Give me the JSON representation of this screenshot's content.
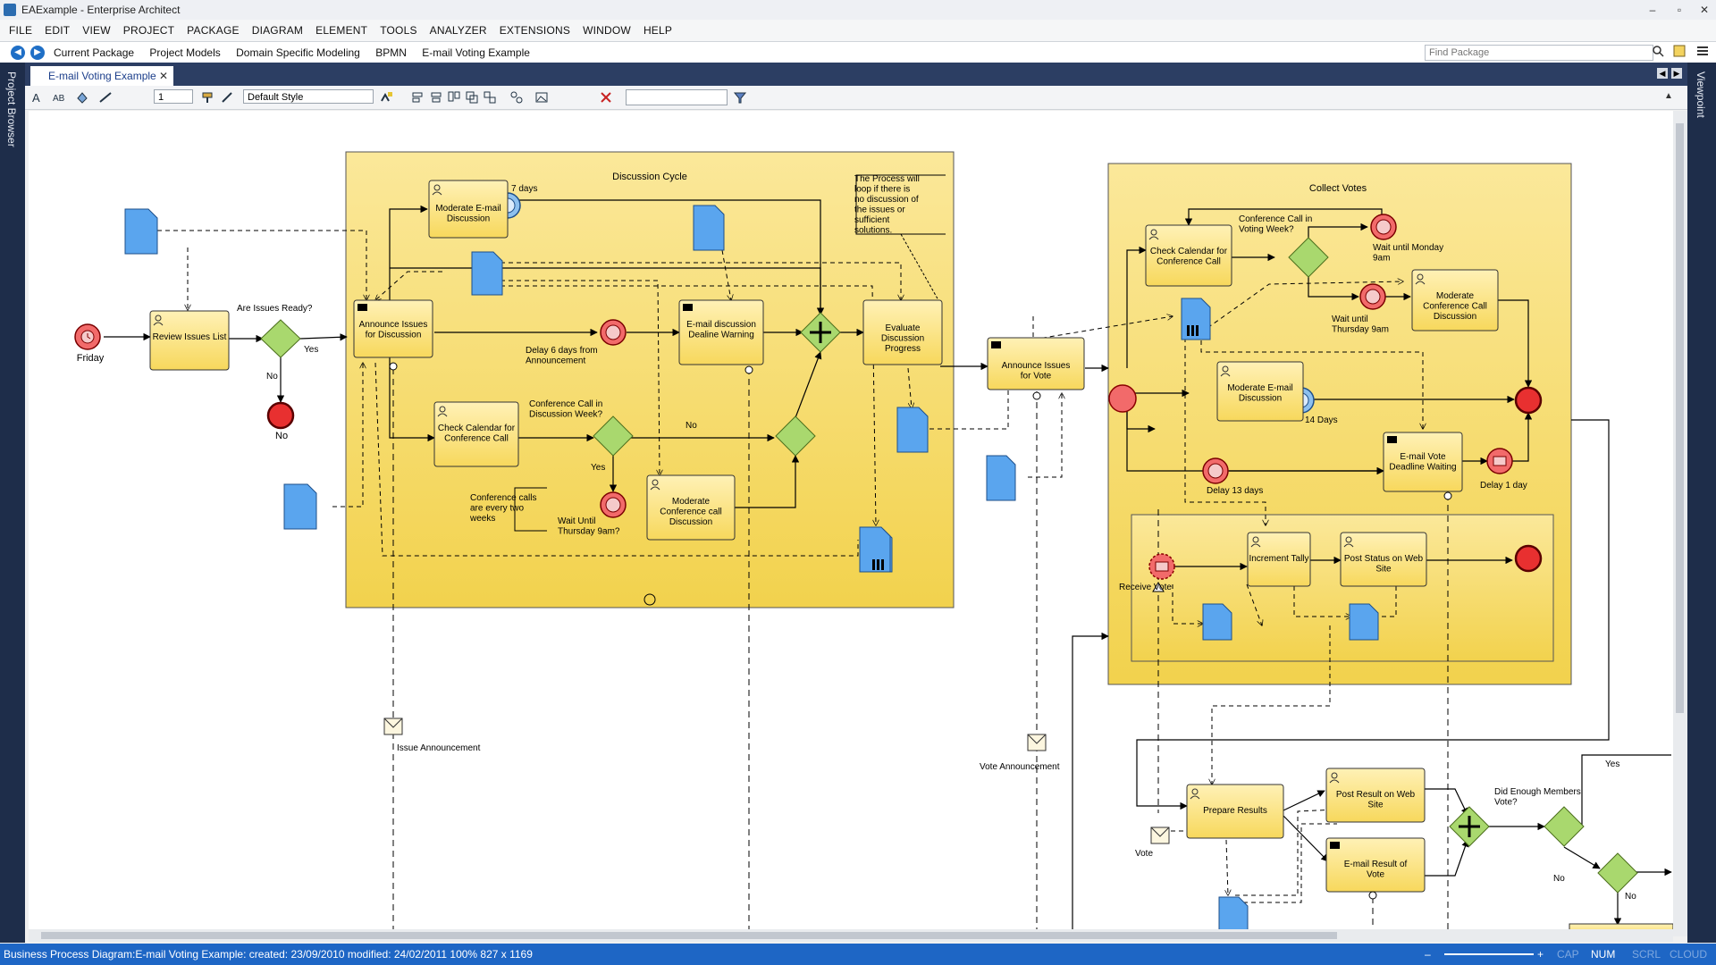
{
  "window": {
    "title": "EAExample - Enterprise Architect",
    "controls": [
      "–",
      "▫",
      "✕"
    ]
  },
  "menu": [
    "FILE",
    "EDIT",
    "VIEW",
    "PROJECT",
    "PACKAGE",
    "DIAGRAM",
    "ELEMENT",
    "TOOLS",
    "ANALYZER",
    "EXTENSIONS",
    "WINDOW",
    "HELP"
  ],
  "breadcrumb": [
    "Current Package",
    "Project Models",
    "Domain Specific Modeling",
    "BPMN",
    "E-mail Voting Example"
  ],
  "find": {
    "placeholder": "Find Package"
  },
  "side": {
    "left": "Project Browser",
    "right": "Viewpoint"
  },
  "tab": {
    "label": "E-mail Voting Example",
    "close": "✕"
  },
  "toolbar": {
    "zoom": "1",
    "style": "Default Style"
  },
  "status": {
    "left": "Business Process Diagram:E-mail Voting Example:   created: 23/09/2010  modified: 24/02/2011   100%   827 x 1169",
    "indicators": [
      "CAP",
      "NUM",
      "SCRL",
      "CLOUD"
    ],
    "plus": "+",
    "minus": "–"
  },
  "diagram": {
    "pools": {
      "discussion": "Discussion Cycle",
      "collect": "Collect Votes"
    },
    "tasks": {
      "review": "Review Issues List",
      "announce": "Announce Issues for Discussion",
      "moderate1": "Moderate E-mail Discussion",
      "email_warning": "E-mail discussion Dealine Warning",
      "evaluate": "Evaluate Discussion Progress",
      "check1": "Check Calendar for Conference Call",
      "moderate_conf1": "Moderate Conference call Discussion",
      "announce_vote": "Announce Issues for Vote",
      "check2": "Check Calendar for Conference Call",
      "moderate_conf2": "Moderate Conference Call Discussion",
      "moderate2": "Moderate E-mail Discussion",
      "email_vote": "E-mail Vote Deadline Waiting",
      "increment": "Increment Tally",
      "post_web": "Post Status on Web Site",
      "prepare": "Prepare Results",
      "post_result": "Post Result on Web Site",
      "email_result": "E-mail Result of Vote"
    },
    "labels": {
      "friday": "Friday",
      "issues_ready": "Are Issues Ready?",
      "yes": "Yes",
      "no": "No",
      "seven_days": "7 days",
      "delay6": "Delay 6 days from Announcement",
      "conf_in_discussion": "Conference Call in Discussion Week?",
      "wait_thursday": "Wait Until Thursday 9am?",
      "conf_note": "Conference calls are every two weeks",
      "loop_note": "The Process will loop if there is no discussion of the issues or sufficient solutions.",
      "conf_in_voting": "Conference Call in Voting Week?",
      "wait_monday": "Wait until Monday 9am",
      "wait_thursday2": "Wait until Thursday 9am",
      "fourteen_days": "14 Days",
      "delay13": "Delay 13 days",
      "delay1": "Delay 1 day",
      "receive_vote": "Receive Vote",
      "issue_announcement": "Issue Announcement",
      "vote_announcement": "Vote Announcement",
      "vote": "Vote",
      "enough_members": "Did Enough Members Vote?"
    }
  }
}
